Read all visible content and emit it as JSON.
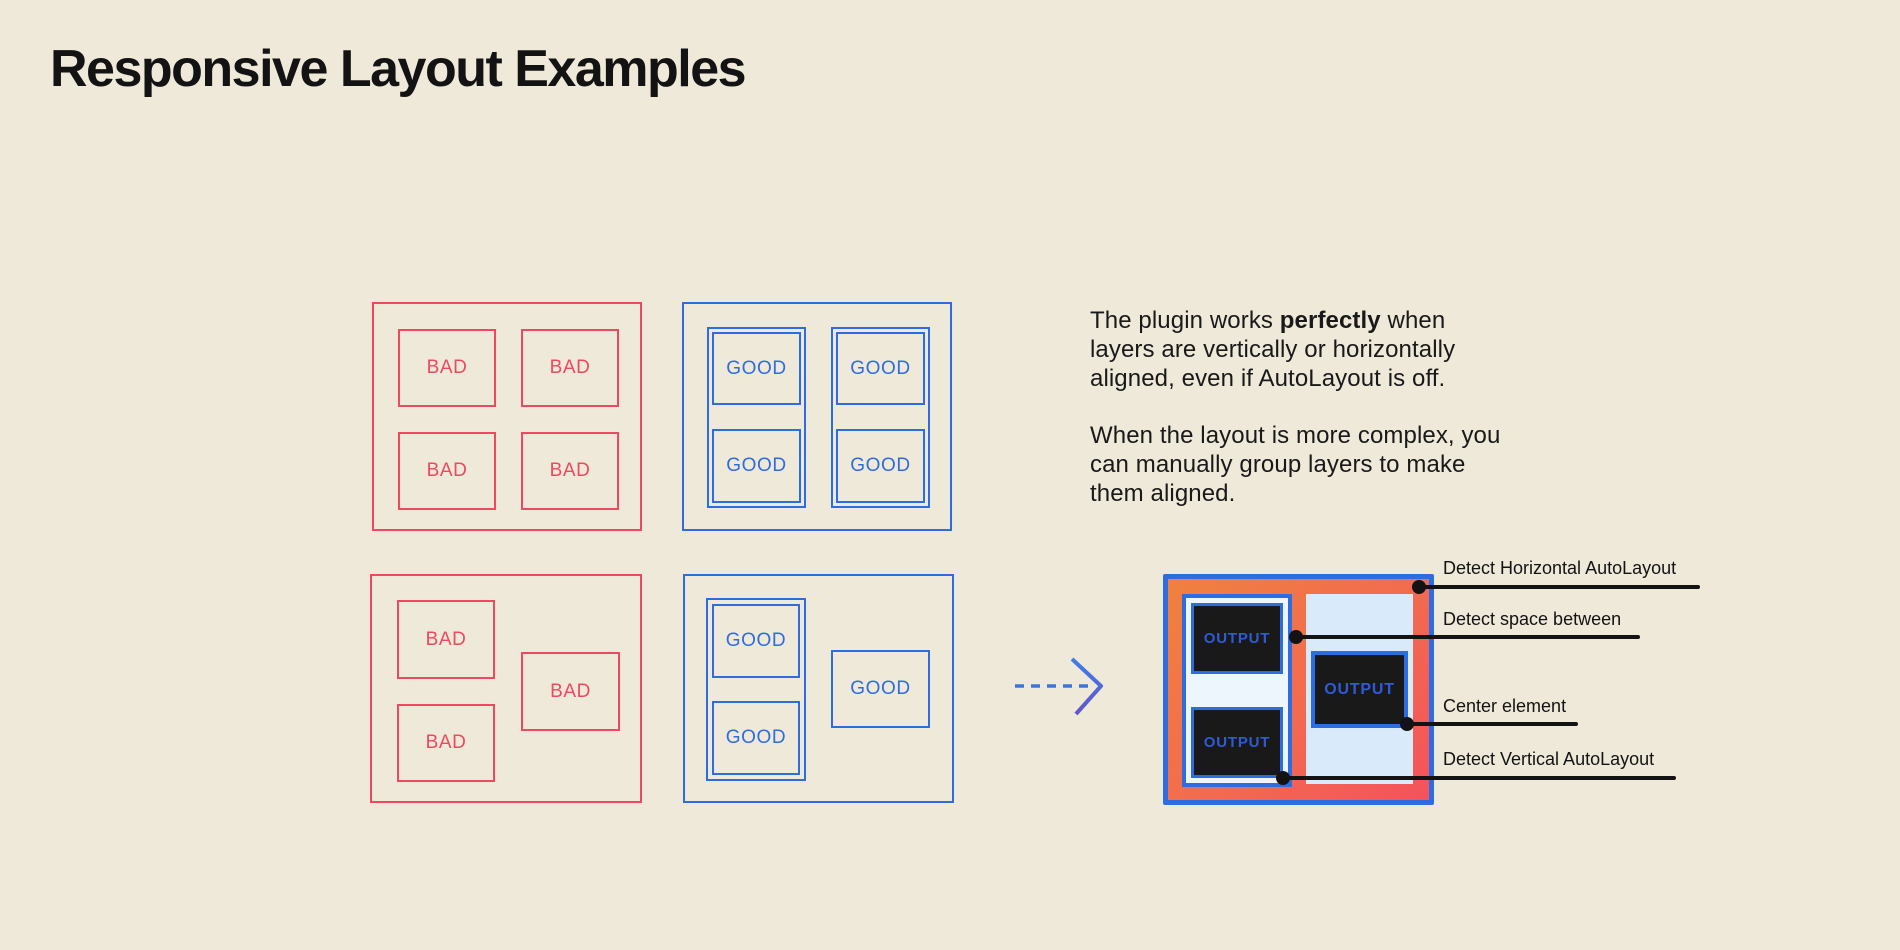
{
  "title": "Responsive Layout Examples",
  "labels": {
    "bad": "BAD",
    "good": "GOOD",
    "output": "OUTPUT"
  },
  "description": {
    "p1_pre": "The plugin works ",
    "p1_bold": "perfectly",
    "p1_line1_end": " when",
    "p1_line2": "layers are vertically or horizontally",
    "p1_line3": "aligned, even if AutoLayout is off.",
    "p2_line1": "When the layout is more complex, you",
    "p2_line2": "can manually group layers to make",
    "p2_line3": "them aligned."
  },
  "annotations": [
    {
      "label": "Detect Horizontal AutoLayout"
    },
    {
      "label": "Detect space between"
    },
    {
      "label": "Center element"
    },
    {
      "label": "Detect Vertical AutoLayout"
    }
  ],
  "icons": {
    "arrow": "dashed-arrow-right-icon"
  },
  "colors": {
    "background": "#efe9da",
    "bad_red": "#ef4861",
    "good_blue": "#2e6ce2",
    "output_gradient_start": "#f0813f",
    "output_gradient_end": "#f4525c",
    "panel_light_blue": "#d9eafb",
    "wrapper_fill": "#eef6fd",
    "output_dark": "#191919",
    "output_text_blue": "#2f5bd7",
    "ink": "#131313"
  }
}
